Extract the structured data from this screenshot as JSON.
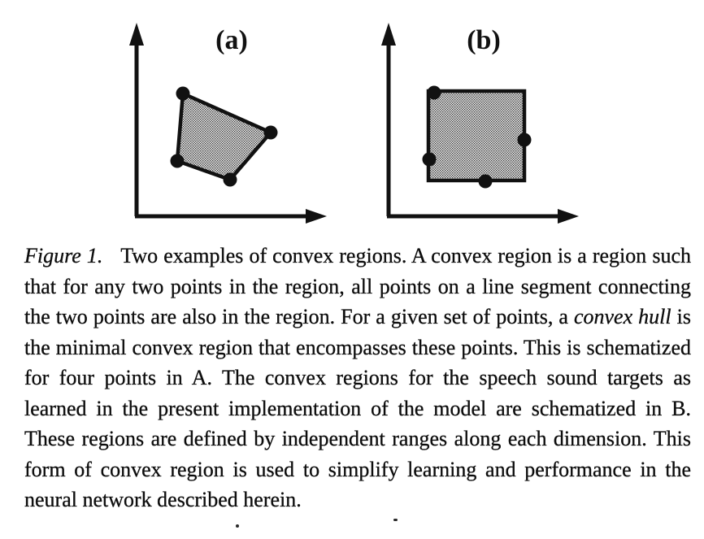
{
  "figure": {
    "ink_color": "#111111",
    "halftone_light": "#f2f2f2",
    "halftone_dark": "#3a3a3a",
    "panels": [
      {
        "key": "a",
        "label": "(a)",
        "region_type": "convex-hull-quadrilateral",
        "region_points": [
          [
            87,
            95
          ],
          [
            195,
            143
          ],
          [
            145,
            201
          ],
          [
            80,
            178
          ]
        ],
        "dot_points": [
          [
            87,
            95
          ],
          [
            195,
            143
          ],
          [
            145,
            201
          ],
          [
            80,
            178
          ]
        ]
      },
      {
        "key": "b",
        "label": "(b)",
        "region_type": "axis-aligned-rectangle",
        "region_points": [
          [
            79,
            92
          ],
          [
            197,
            92
          ],
          [
            197,
            202
          ],
          [
            79,
            202
          ]
        ],
        "dot_points": [
          [
            86,
            94
          ],
          [
            197,
            152
          ],
          [
            80,
            176
          ],
          [
            149,
            203
          ]
        ]
      }
    ]
  },
  "caption": {
    "segments": [
      {
        "text": "Figure 1.",
        "style": "italic"
      },
      {
        "text": "Two examples of convex regions. A convex region is a region such that for any two points in the region, all points on a line segment connecting the two points are also in the region. For a given set of points, a ",
        "style": "normal"
      },
      {
        "text": "convex hull",
        "style": "italic"
      },
      {
        "text": " is the minimal convex region that encompasses these points. This is schematized for four points in A. The convex regions for the speech sound targets as learned in the present implementation of the model are schematized in B. These regions are defined by independent ranges along each dimension. This form of convex region is used to simplify learning and performance in the neural network described herein.",
        "style": "normal"
      }
    ]
  }
}
